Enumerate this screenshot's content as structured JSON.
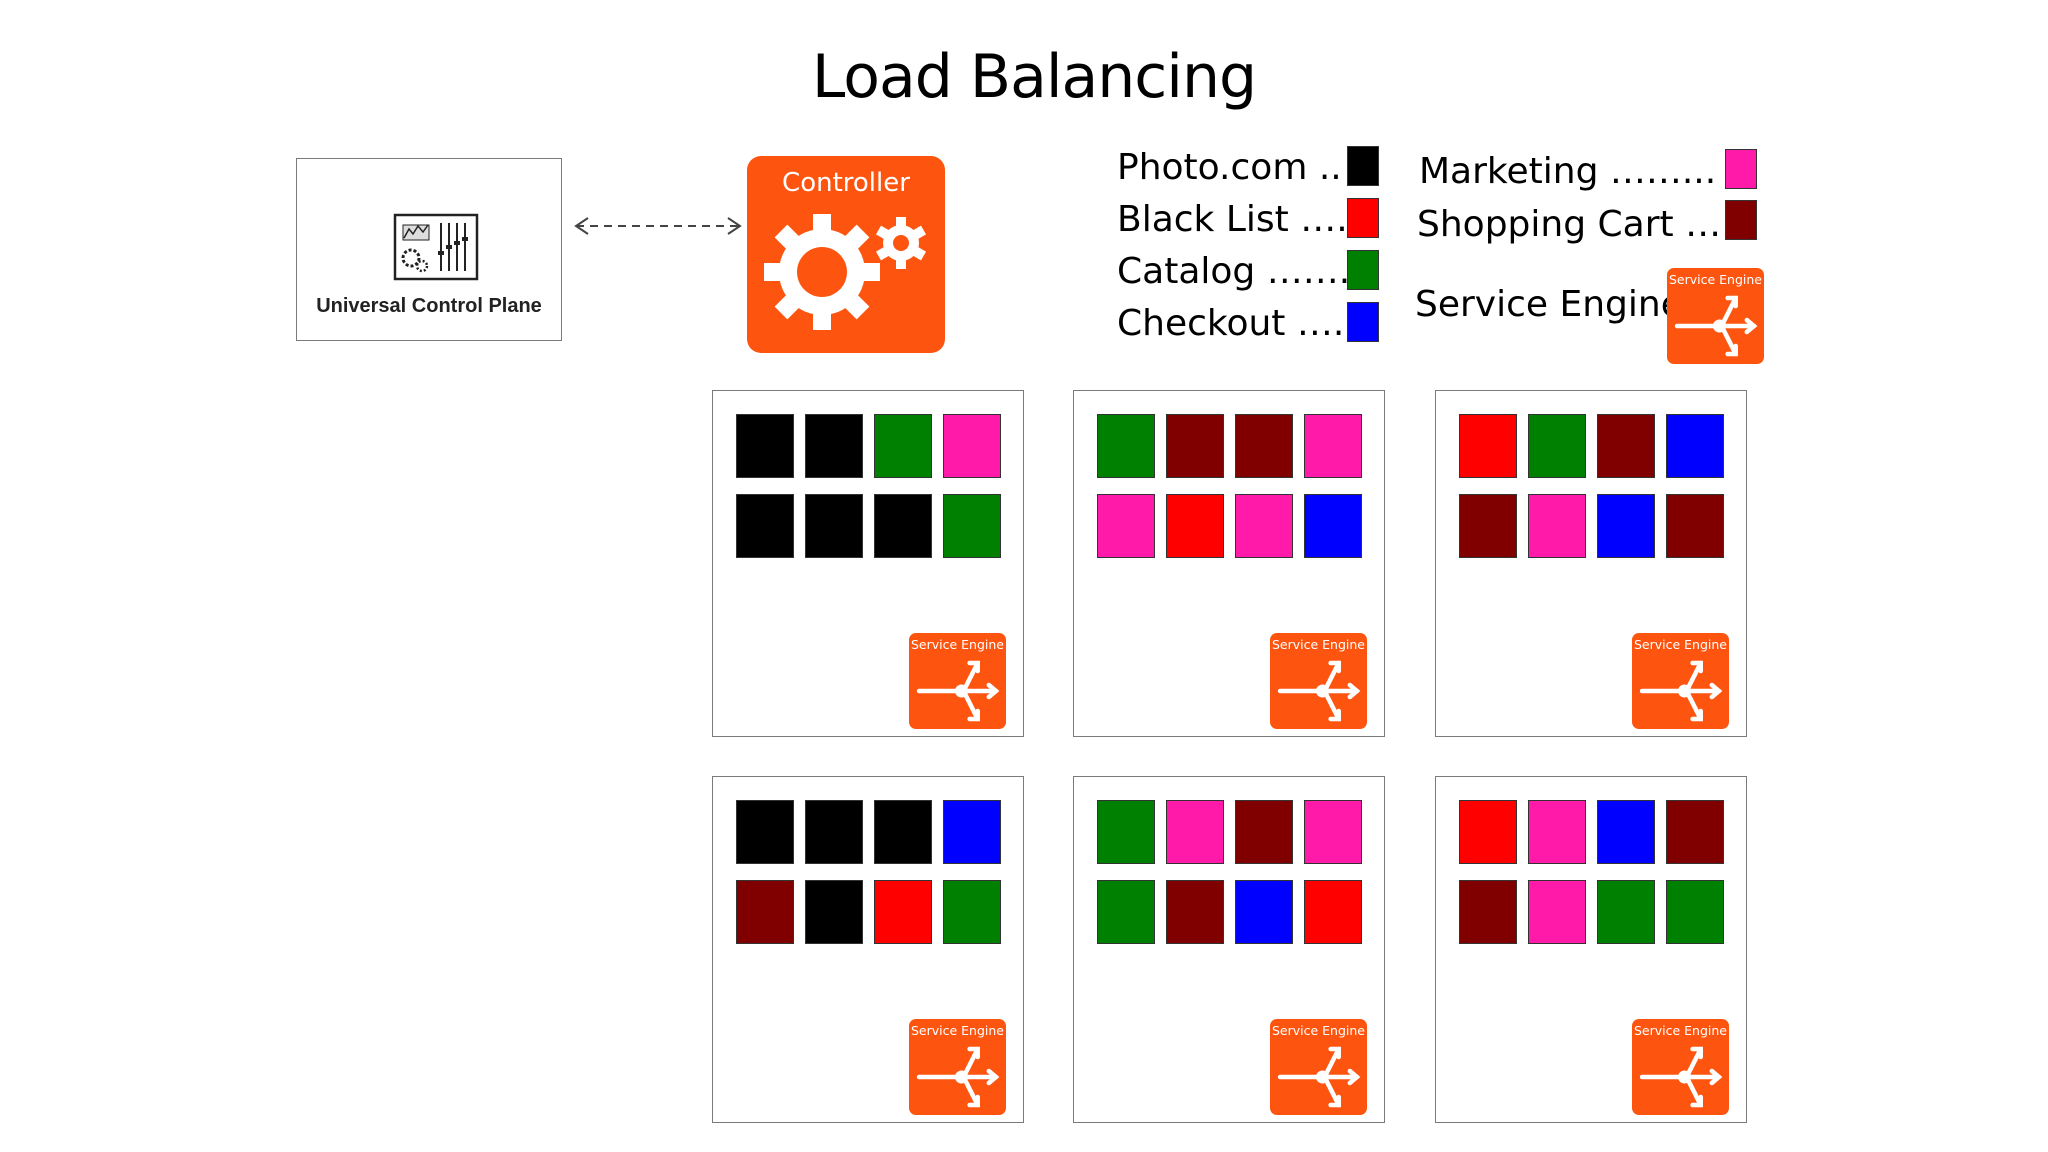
{
  "title": "Load Balancing",
  "ucp": {
    "label": "Universal Control Plane",
    "icon": "dashboard-icon"
  },
  "controller": {
    "label": "Controller",
    "icon": "gears-icon",
    "color": "#fd5510"
  },
  "legend": [
    {
      "label": "Photo.com ..",
      "color": "#000000"
    },
    {
      "label": "Black List …..",
      "color": "#ff0000"
    },
    {
      "label": "Catalog ……..",
      "color": "#008000"
    },
    {
      "label": "Checkout …..",
      "color": "#0000ff"
    },
    {
      "label": "Marketing ……...",
      "color": "#ff1aaa"
    },
    {
      "label": "Shopping Cart …..",
      "color": "#800000"
    }
  ],
  "service_engine": {
    "legend_label": "Service Engine",
    "badge_text": "Service Engine",
    "icon": "load-balancer-icon",
    "color": "#fd5510"
  },
  "colors": {
    "photo": "#000000",
    "blacklist": "#ff0000",
    "catalog": "#008000",
    "checkout": "#0000ff",
    "marketing": "#ff1aaa",
    "cart": "#800000"
  },
  "hosts": [
    {
      "vms": [
        "photo",
        "photo",
        "catalog",
        "marketing",
        "photo",
        "photo",
        "photo",
        "catalog"
      ]
    },
    {
      "vms": [
        "catalog",
        "cart",
        "cart",
        "marketing",
        "marketing",
        "blacklist",
        "marketing",
        "checkout"
      ]
    },
    {
      "vms": [
        "blacklist",
        "catalog",
        "cart",
        "checkout",
        "cart",
        "marketing",
        "checkout",
        "cart"
      ]
    },
    {
      "vms": [
        "photo",
        "photo",
        "photo",
        "checkout",
        "cart",
        "photo",
        "blacklist",
        "catalog"
      ]
    },
    {
      "vms": [
        "catalog",
        "marketing",
        "cart",
        "marketing",
        "catalog",
        "cart",
        "checkout",
        "blacklist"
      ]
    },
    {
      "vms": [
        "blacklist",
        "marketing",
        "checkout",
        "cart",
        "cart",
        "marketing",
        "catalog",
        "catalog"
      ]
    }
  ]
}
